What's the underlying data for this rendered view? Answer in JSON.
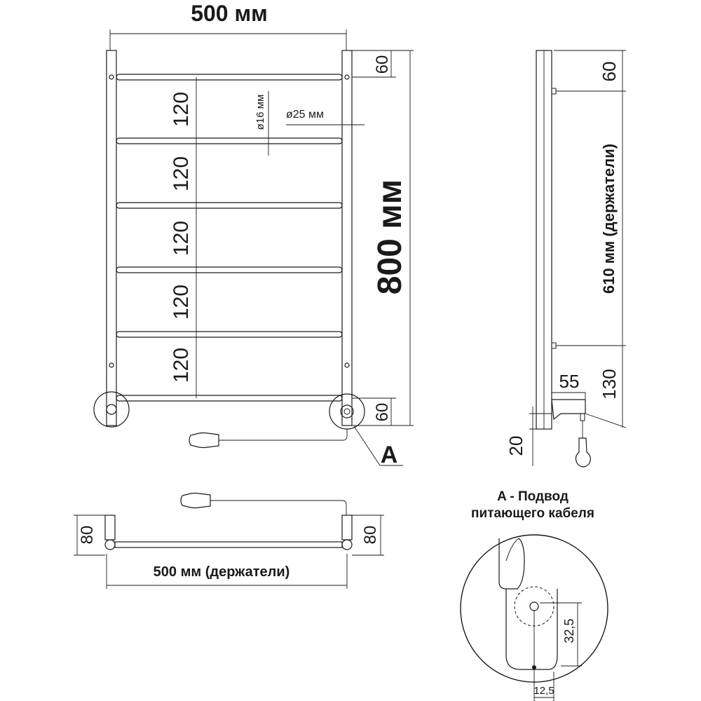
{
  "front_view": {
    "width_label": "500 мм",
    "height_label": "800 мм",
    "top_offset_label": "60",
    "bottom_offset_label": "60",
    "rung_spacing_labels": [
      "120",
      "120",
      "120",
      "120",
      "120"
    ],
    "rung_diameter_label": "ø16 мм",
    "upright_diameter_label": "ø25 мм",
    "callout_label": "A"
  },
  "side_view": {
    "top_offset_label": "60",
    "holders_label": "610 мм (держатели)",
    "bottom_label": "130",
    "depth_label": "55",
    "base_label": "20"
  },
  "top_view": {
    "depth_left_label": "80",
    "depth_right_label": "80",
    "holders_width_label": "500 мм (держатели)"
  },
  "detail": {
    "title_line1": "A - Подвод",
    "title_line2": "питающего кабеля",
    "vertical_label": "32,5",
    "horizontal_label": "12,5"
  }
}
